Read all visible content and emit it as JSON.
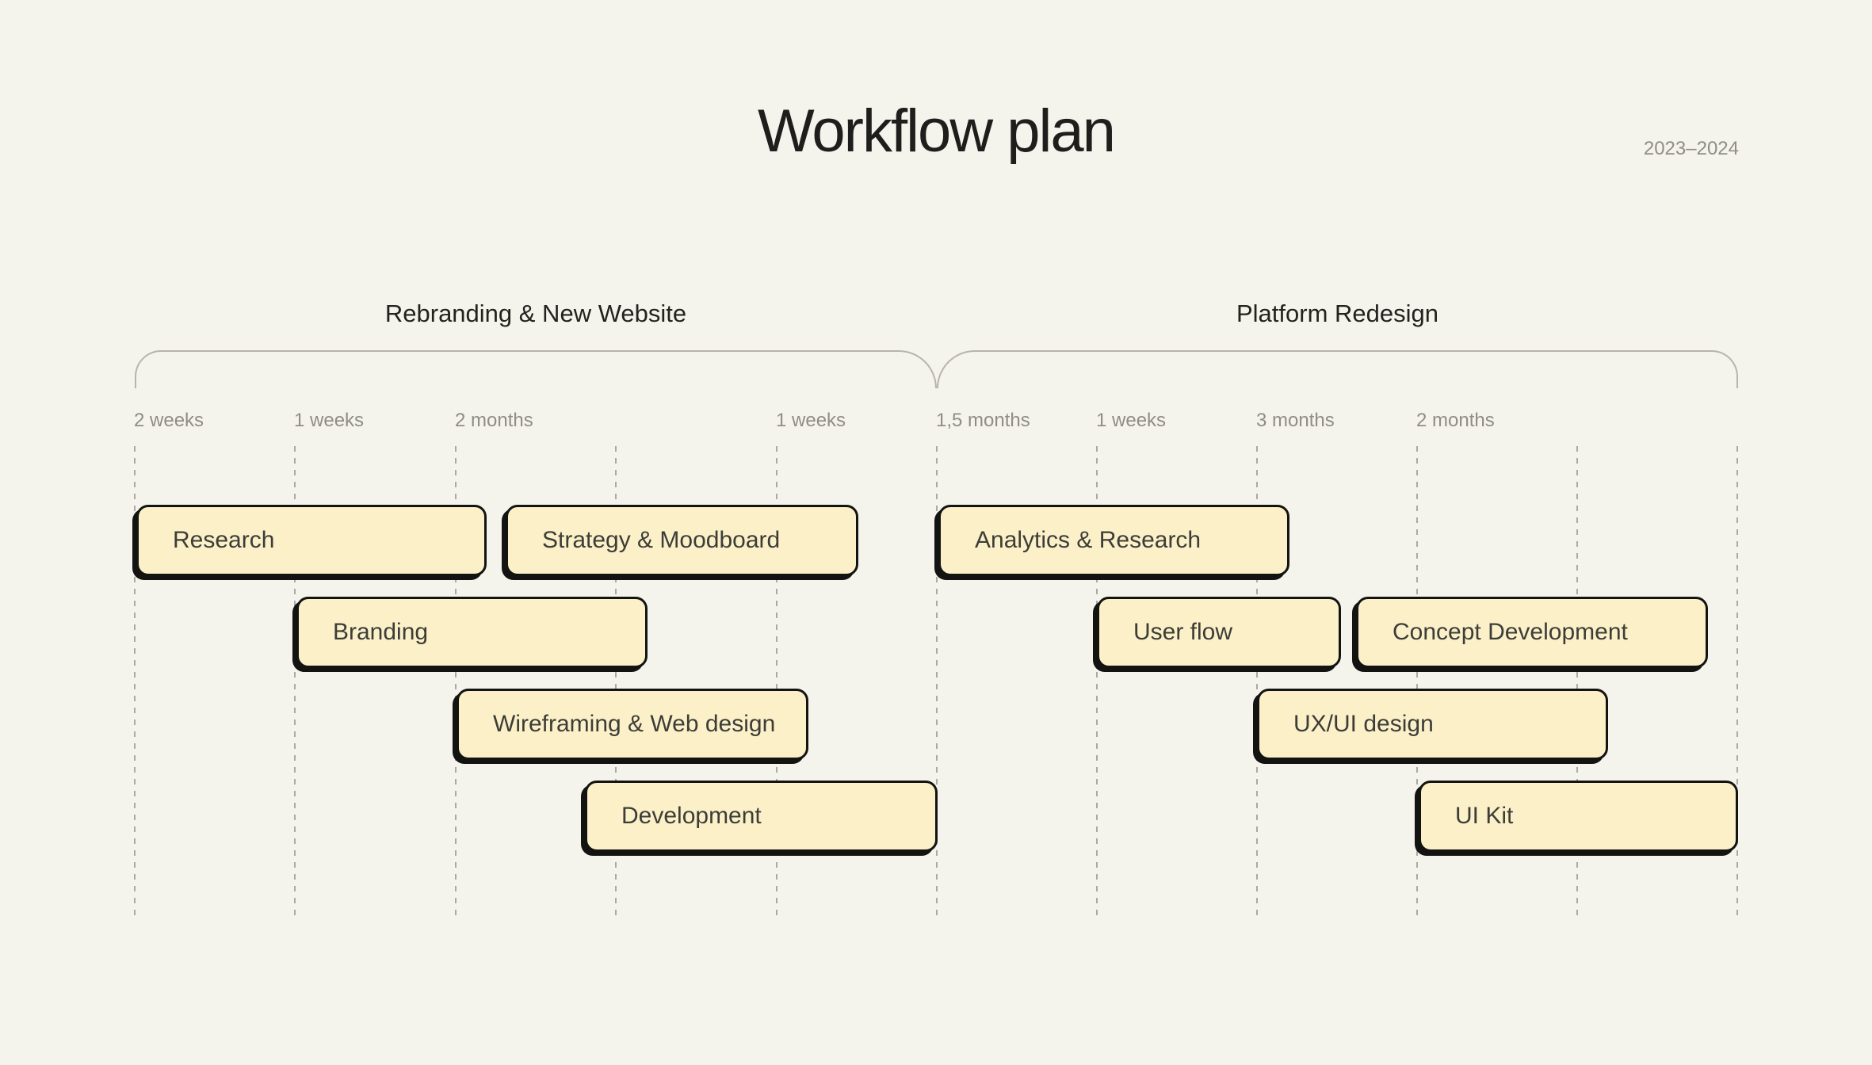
{
  "theme": {
    "background": "#f5f4ec",
    "bar_fill": "#fbf0c8",
    "bar_border": "#131312",
    "muted_text": "#8f8d86",
    "dark_text": "#1e1e1c",
    "guide_line": "#aba9a0",
    "bracket_line": "#b7b5ab"
  },
  "header": {
    "title": "Workflow plan",
    "period": "2023–2024"
  },
  "sections": [
    {
      "label": "Rebranding & New Website",
      "time_labels": [
        "2 weeks",
        "1 weeks",
        "2 months",
        "1 weeks"
      ],
      "tasks": [
        {
          "label": "Research"
        },
        {
          "label": "Strategy & Moodboard"
        },
        {
          "label": "Branding"
        },
        {
          "label": "Wireframing & Web design"
        },
        {
          "label": "Development"
        }
      ]
    },
    {
      "label": "Platform Redesign",
      "time_labels": [
        "1,5 months",
        "1 weeks",
        "3 months",
        "2 months"
      ],
      "tasks": [
        {
          "label": "Analytics & Research"
        },
        {
          "label": "User flow"
        },
        {
          "label": "Concept Development"
        },
        {
          "label": "UX/UI design"
        },
        {
          "label": "UI Kit"
        }
      ]
    }
  ]
}
